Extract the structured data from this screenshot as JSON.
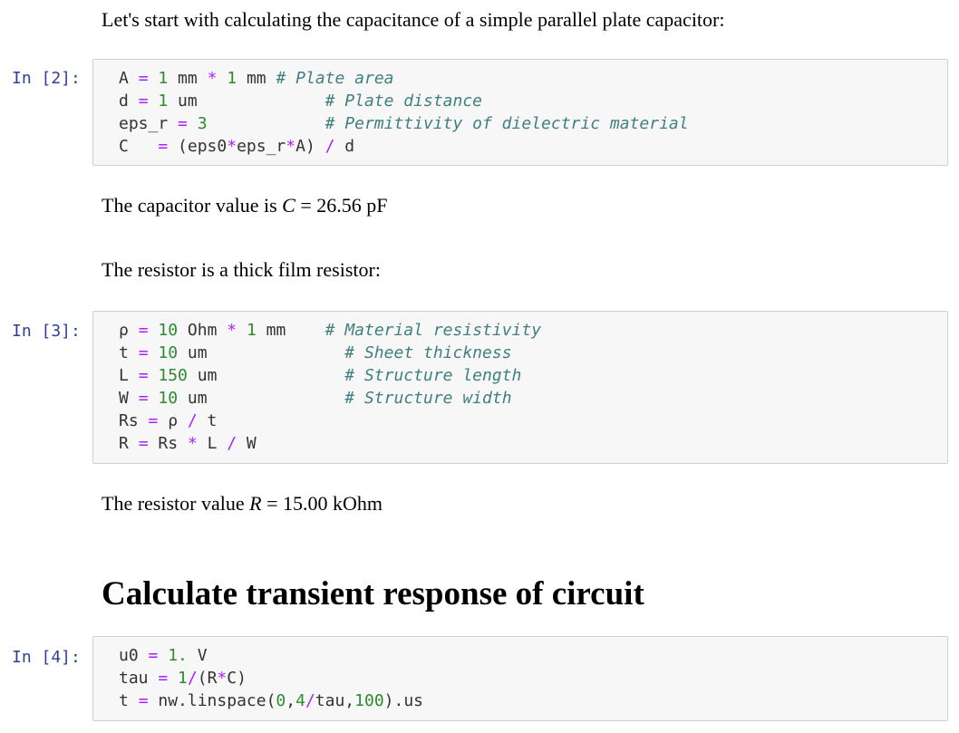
{
  "intro_text": "Let's start with calculating the capacitance of a simple parallel plate capacitor:",
  "cells": [
    {
      "prompt": "In [2]:",
      "lines": [
        [
          [
            "plain",
            "A "
          ],
          [
            "op",
            "="
          ],
          [
            "plain",
            " "
          ],
          [
            "num",
            "1"
          ],
          [
            "plain",
            " mm "
          ],
          [
            "op",
            "*"
          ],
          [
            "plain",
            " "
          ],
          [
            "num",
            "1"
          ],
          [
            "plain",
            " mm "
          ],
          [
            "cm",
            "# Plate area"
          ]
        ],
        [
          [
            "plain",
            "d "
          ],
          [
            "op",
            "="
          ],
          [
            "plain",
            " "
          ],
          [
            "num",
            "1"
          ],
          [
            "plain",
            " um             "
          ],
          [
            "cm",
            "# Plate distance"
          ]
        ],
        [
          [
            "plain",
            "eps_r "
          ],
          [
            "op",
            "="
          ],
          [
            "plain",
            " "
          ],
          [
            "num",
            "3"
          ],
          [
            "plain",
            "            "
          ],
          [
            "cm",
            "# Permittivity of dielectric material"
          ]
        ],
        [
          [
            "plain",
            "C   "
          ],
          [
            "op",
            "="
          ],
          [
            "plain",
            " (eps0"
          ],
          [
            "op",
            "*"
          ],
          [
            "plain",
            "eps_r"
          ],
          [
            "op",
            "*"
          ],
          [
            "plain",
            "A) "
          ],
          [
            "op",
            "/"
          ],
          [
            "plain",
            " d"
          ]
        ]
      ]
    },
    {
      "prompt": "In [3]:",
      "lines": [
        [
          [
            "plain",
            "ρ "
          ],
          [
            "op",
            "="
          ],
          [
            "plain",
            " "
          ],
          [
            "num",
            "10"
          ],
          [
            "plain",
            " Ohm "
          ],
          [
            "op",
            "*"
          ],
          [
            "plain",
            " "
          ],
          [
            "num",
            "1"
          ],
          [
            "plain",
            " mm    "
          ],
          [
            "cm",
            "# Material resistivity"
          ]
        ],
        [
          [
            "plain",
            "t "
          ],
          [
            "op",
            "="
          ],
          [
            "plain",
            " "
          ],
          [
            "num",
            "10"
          ],
          [
            "plain",
            " um              "
          ],
          [
            "cm",
            "# Sheet thickness"
          ]
        ],
        [
          [
            "plain",
            "L "
          ],
          [
            "op",
            "="
          ],
          [
            "plain",
            " "
          ],
          [
            "num",
            "150"
          ],
          [
            "plain",
            " um             "
          ],
          [
            "cm",
            "# Structure length"
          ]
        ],
        [
          [
            "plain",
            "W "
          ],
          [
            "op",
            "="
          ],
          [
            "plain",
            " "
          ],
          [
            "num",
            "10"
          ],
          [
            "plain",
            " um              "
          ],
          [
            "cm",
            "# Structure width"
          ]
        ],
        [
          [
            "plain",
            "Rs "
          ],
          [
            "op",
            "="
          ],
          [
            "plain",
            " ρ "
          ],
          [
            "op",
            "/"
          ],
          [
            "plain",
            " t"
          ]
        ],
        [
          [
            "plain",
            "R "
          ],
          [
            "op",
            "="
          ],
          [
            "plain",
            " Rs "
          ],
          [
            "op",
            "*"
          ],
          [
            "plain",
            " L "
          ],
          [
            "op",
            "/"
          ],
          [
            "plain",
            " W"
          ]
        ]
      ]
    },
    {
      "prompt": "In [4]:",
      "lines": [
        [
          [
            "plain",
            "u0 "
          ],
          [
            "op",
            "="
          ],
          [
            "plain",
            " "
          ],
          [
            "num",
            "1."
          ],
          [
            "plain",
            " V"
          ]
        ],
        [
          [
            "plain",
            "tau "
          ],
          [
            "op",
            "="
          ],
          [
            "plain",
            " "
          ],
          [
            "num",
            "1"
          ],
          [
            "op",
            "/"
          ],
          [
            "plain",
            "(R"
          ],
          [
            "op",
            "*"
          ],
          [
            "plain",
            "C)"
          ]
        ],
        [
          [
            "plain",
            "t "
          ],
          [
            "op",
            "="
          ],
          [
            "plain",
            " nw.linspace("
          ],
          [
            "num",
            "0"
          ],
          [
            "plain",
            ","
          ],
          [
            "num",
            "4"
          ],
          [
            "op",
            "/"
          ],
          [
            "plain",
            "tau,"
          ],
          [
            "num",
            "100"
          ],
          [
            "plain",
            ").us"
          ]
        ]
      ]
    }
  ],
  "capacitor_result": {
    "prefix": "The capacitor value is ",
    "symbol": "C",
    "value": " = 26.56 pF"
  },
  "resistor_intro": "The resistor is a thick film resistor:",
  "resistor_result": {
    "prefix": "The resistor value ",
    "symbol": "R",
    "value": " = 15.00 kOhm"
  },
  "section_heading": "Calculate transient response of circuit"
}
